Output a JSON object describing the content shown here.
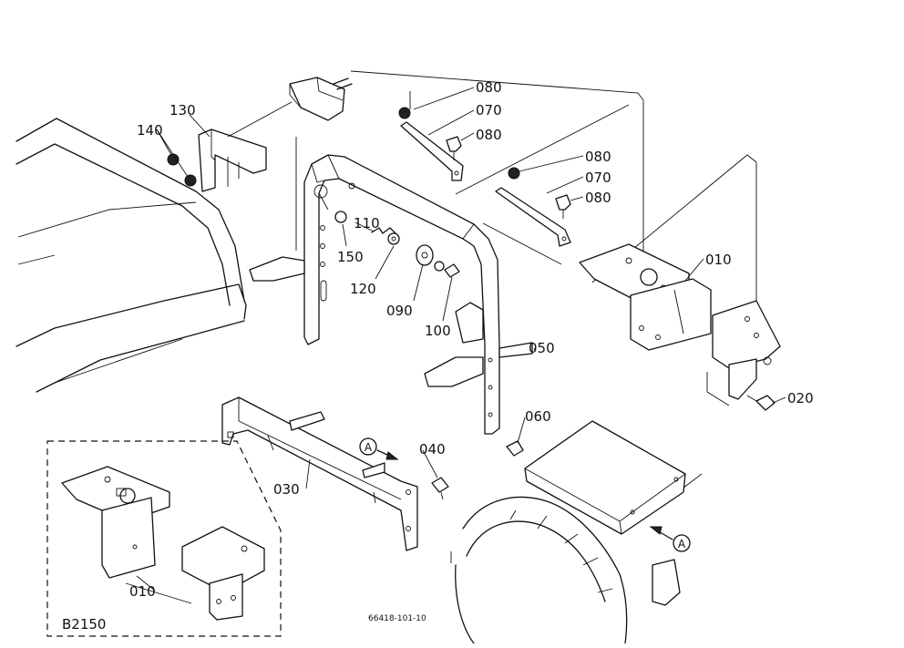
{
  "labels": {
    "p010": "010",
    "p020": "020",
    "p030": "030",
    "p040": "040",
    "p050": "050",
    "p060": "060",
    "p070": "070",
    "p080": "080",
    "p090": "090",
    "p100": "100",
    "p110": "110",
    "p120": "120",
    "p130": "130",
    "p140": "140",
    "p150": "150"
  },
  "markers": {
    "a": "A"
  },
  "inset": {
    "model": "B2150",
    "part_label": "010"
  },
  "figure_number": "66418-101-10",
  "colors": {
    "ink": "#111111",
    "paper": "#ffffff"
  }
}
